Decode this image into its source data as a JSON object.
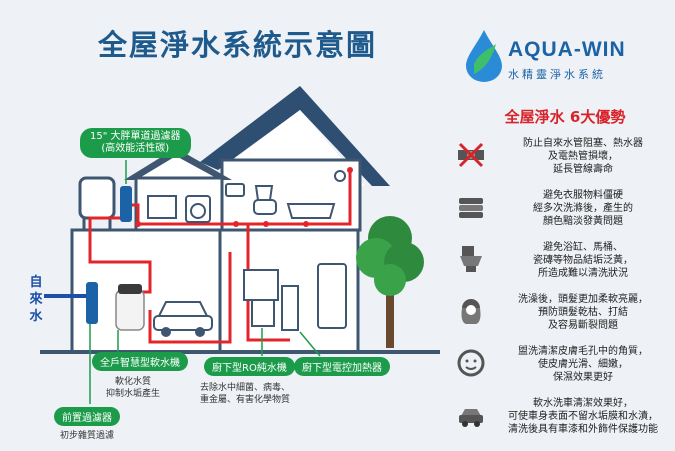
{
  "page_title": "全屋淨水系統示意圖",
  "brand": {
    "name": "AQUA-WIN",
    "subtitle": "水精靈淨水系統"
  },
  "advantages": {
    "title": "全屋淨水 6大優勢",
    "items": [
      {
        "icon": "pipe-blocked-icon",
        "lines": [
          "防止自來水管阻塞、熱水器",
          "及電熱管損壞，",
          "延長管線壽命"
        ]
      },
      {
        "icon": "folded-clothes-icon",
        "lines": [
          "避免衣服物料僵硬",
          "經多次洗滌後，產生的",
          "顏色黯淡發黃問題"
        ]
      },
      {
        "icon": "toilet-icon",
        "lines": [
          "避免浴缸、馬桶、",
          "瓷磚等物品結垢泛黃，",
          "所造成難以清洗狀況"
        ]
      },
      {
        "icon": "hair-icon",
        "lines": [
          "洗澡後，頭髮更加柔軟亮麗，",
          "預防頭髮乾枯、打結",
          "及容易斷裂問題"
        ]
      },
      {
        "icon": "face-care-icon",
        "lines": [
          "盥洗清潔皮膚毛孔中的角質，",
          "使皮膚光滑、細嫩，",
          "保濕效果更好"
        ]
      },
      {
        "icon": "car-wash-icon",
        "lines": [
          "軟水洗車清潔效果好，",
          "可使車身表面不留水垢膜和水漬，",
          "清洗後具有車漆和外飾件保護功能"
        ]
      }
    ]
  },
  "inlet_label": "自來水",
  "components": {
    "big_filter": {
      "label": "15\" 大胖單道過濾器",
      "sub": "(高效能活性碳)"
    },
    "softener": {
      "label": "全戶智慧型軟水機",
      "note_lines": [
        "軟化水質",
        "抑制水垢產生"
      ]
    },
    "prefilter": {
      "label": "前置過濾器",
      "note": "初步雜質過濾"
    },
    "ro": {
      "label": "廚下型RO純水機",
      "note_lines": [
        "去除水中細菌、病毒、",
        "重金屬、有害化學物質"
      ]
    },
    "heater": {
      "label": "廚下型電控加熱器"
    }
  },
  "colors": {
    "tag": "#1c9c4b",
    "pipe_red": "#e3252b",
    "pipe_blue": "#1b4fa8",
    "title": "#1f5a8c",
    "accent": "#d8232a"
  }
}
